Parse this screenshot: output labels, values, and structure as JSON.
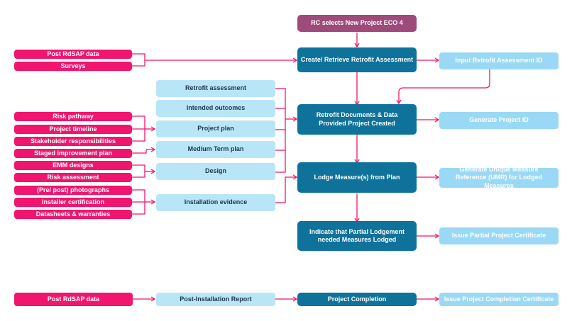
{
  "start": "RC selects New Project ECO 4",
  "main_steps": {
    "create": "Create/ Retrieve Retrofit Assessment",
    "documents": "Retrofit Documents & Data Provided Project Created",
    "lodge": "Lodge Measure(s) from Plan",
    "partial": "Indicate that Partial Lodgement needed Measures Lodged",
    "completion": "Project Completion"
  },
  "outputs": {
    "input_id": "Input Retrofit Assessment ID",
    "project_id": "Generate Project ID",
    "umr": "Generate Unique Measure Reference (UMR) for Lodged Measures",
    "partial_cert": "Issue Partial Project Certificate",
    "completion_cert": "Issue Project Completion Certificate"
  },
  "documents": {
    "retrofit_assessment": "Retrofit assessment",
    "intended_outcomes": "Intended outcomes",
    "project_plan": "Project plan",
    "medium_term_plan": "Medium Term plan",
    "design": "Design",
    "installation_evidence": "Installation evidence",
    "post_installation_report": "Post-Installation Report"
  },
  "inputs": {
    "post_rdsap": "Post RdSAP data",
    "surveys": "Surveys",
    "risk_pathway": "Risk pathway",
    "project_timeline": "Project timeline",
    "stakeholder": "Stakeholder responsibilities",
    "staged_plan": "Staged improvement plan",
    "emm_designs": "EMM designs",
    "risk_assessment": "Risk assessment",
    "photographs": "(Pre/ post) photographs",
    "installer_cert": "Installer certification",
    "datasheets": "Datasheets & warranties",
    "post_rdsap_2": "Post RdSAP data"
  },
  "colors": {
    "pink": "#f0156e",
    "light_blue": "#b9e6f7",
    "dark_blue": "#0f729a",
    "purple": "#9e4a7a",
    "sky_blue": "#9ad9f5"
  }
}
